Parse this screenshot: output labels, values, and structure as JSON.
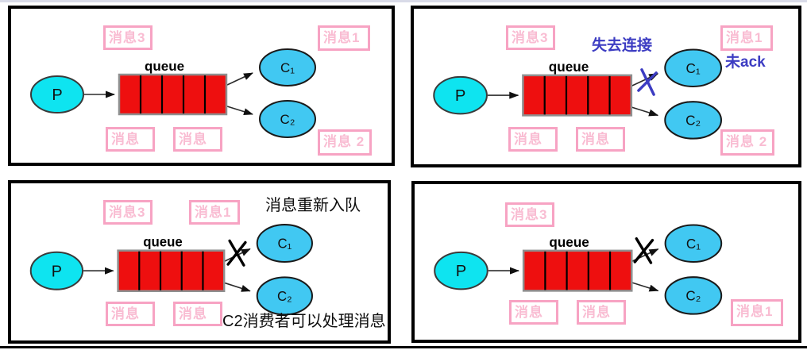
{
  "window": {
    "top_strip_color": "#d9dbe8",
    "bottom_line_color": "#000000",
    "background": "#ffffff"
  },
  "colors": {
    "producer_fill": "#0ee4f0",
    "consumer_fill": "#41c8f2",
    "queue_fill": "#ee0f0f",
    "queue_border": "#8f8f8f",
    "pink_border": "#f7a3c3",
    "pink_text": "#f9bcd2",
    "blue_annotation": "#3c3cc2",
    "panel_border": "#000000"
  },
  "panels": [
    {
      "id": "normal-delivery",
      "queue_label": "queue",
      "producer": "P",
      "consumer1": "C₁",
      "consumer2": "C₂",
      "msg_top_left": "消息3",
      "msg_top_right": "消息1",
      "msg_bottom_1": "消息",
      "msg_bottom_2": "消息",
      "msg_bottom_right": "消息 2"
    },
    {
      "id": "lost-connection",
      "queue_label": "queue",
      "producer": "P",
      "consumer1": "C₁",
      "consumer2": "C₂",
      "msg_top_left": "消息3",
      "msg_top_right": "消息1",
      "msg_bottom_1": "消息",
      "msg_bottom_2": "消息",
      "msg_bottom_right": "消息 2",
      "lost_connection_text": "失去连接",
      "no_ack_text": "未ack"
    },
    {
      "id": "message-requeued",
      "queue_label": "queue",
      "producer": "P",
      "consumer1": "C₁",
      "consumer2": "C₂",
      "msg_top_left": "消息3",
      "msg_top_mid": "消息1",
      "msg_bottom_1": "消息",
      "msg_bottom_2": "消息",
      "requeue_text": "消息重新入队",
      "c2_note_text": "C2消费者可以处理消息"
    },
    {
      "id": "redelivery-to-c2",
      "queue_label": "queue",
      "producer": "P",
      "consumer1": "C₁",
      "consumer2": "C₂",
      "msg_top_left": "消息3",
      "msg_bottom_1": "消息",
      "msg_bottom_2": "消息",
      "msg_bottom_right": "消息1"
    }
  ]
}
